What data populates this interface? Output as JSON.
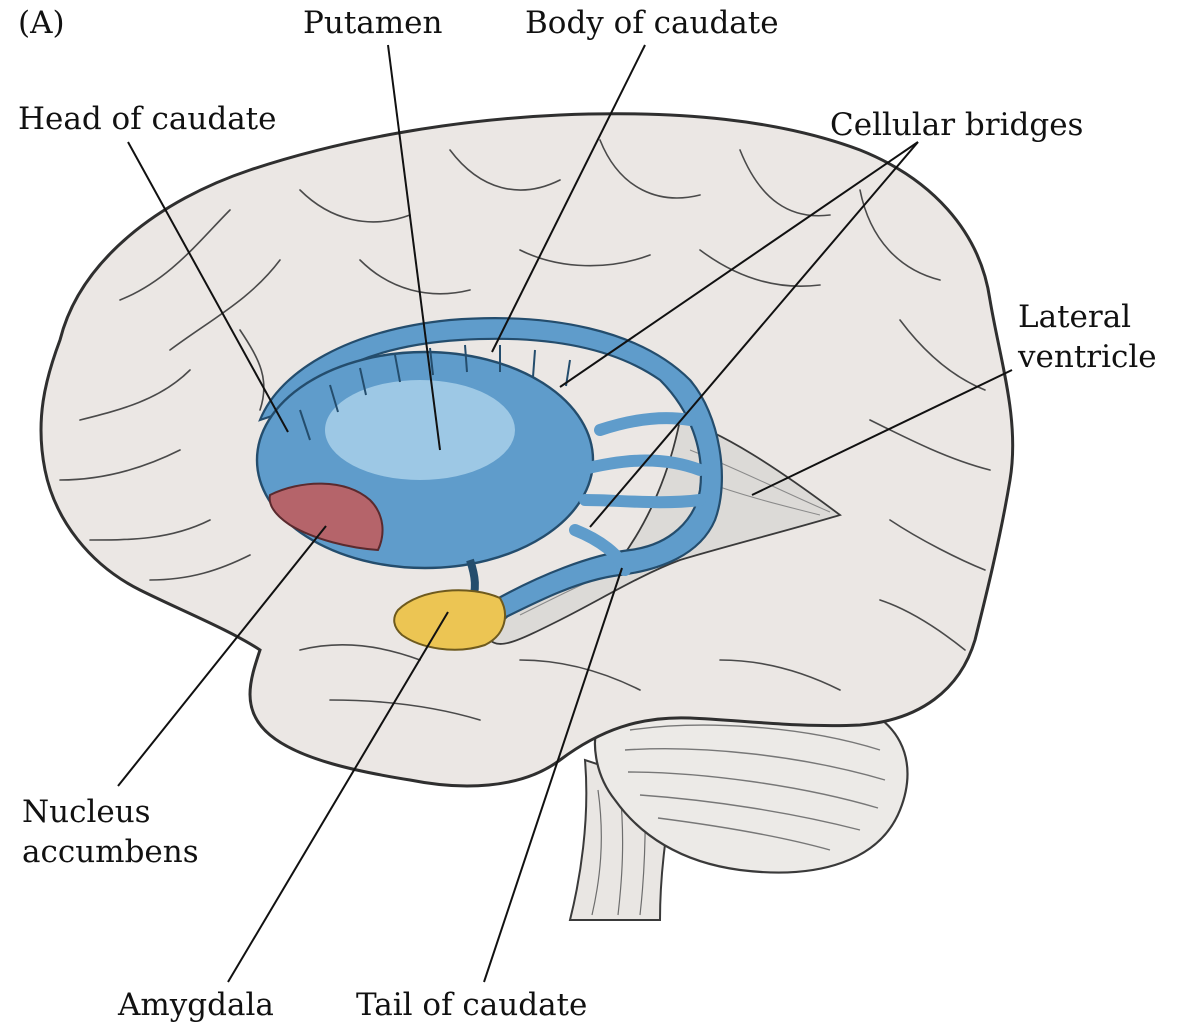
{
  "figure": {
    "panel_label": "(A)",
    "labels": {
      "putamen": "Putamen",
      "body_of_caudate": "Body of caudate",
      "head_of_caudate": "Head of caudate",
      "cellular_bridges": "Cellular bridges",
      "lateral_ventricle_line1": "Lateral",
      "lateral_ventricle_line2": "ventricle",
      "nucleus_accumbens_line1": "Nucleus",
      "nucleus_accumbens_line2": "accumbens",
      "amygdala": "Amygdala",
      "tail_of_caudate": "Tail of caudate"
    }
  },
  "colors": {
    "brain": "#ebe7e4",
    "outline": "#3a3a3a",
    "striatum": "#5f9ccb",
    "putamen_highlight": "#bfe0f2",
    "nucleus_accumbens": "#b5646a",
    "amygdala": "#ecc553",
    "ventricle": "#dcdad7",
    "leader_line": "#111111"
  },
  "icons": [
    "brain-illustration"
  ]
}
